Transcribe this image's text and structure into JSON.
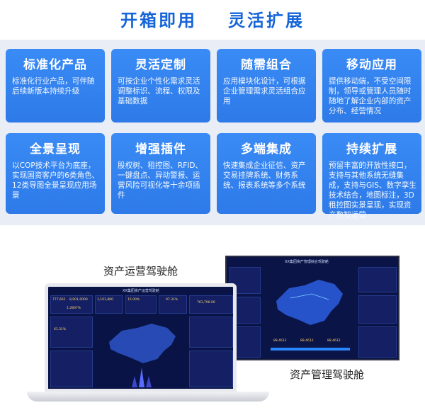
{
  "header": {
    "left": "开箱即用",
    "right": "灵活扩展"
  },
  "cards": [
    {
      "title": "标准化产品",
      "body": "标准化行业产品，可伴随后续新版本持续升级"
    },
    {
      "title": "灵活定制",
      "body": "可按企业个性化需求灵活调整标识、流程、权限及基础数据"
    },
    {
      "title": "随需组合",
      "body": "应用模块化设计，可根据企业管理需求灵活组合应用"
    },
    {
      "title": "移动应用",
      "body": "提供移动端，不受空间限制，领导或管理人员随时随地了解企业内部的资产分布、经营情况"
    },
    {
      "title": "全景呈现",
      "body": "以COP技术平台为底座，实现国资客户的6类角色、12类导图全景呈现应用场景"
    },
    {
      "title": "增强插件",
      "body": "股权树、租控图、RFID、一键盘点、异动警报、运营风险可视化等十余项插件"
    },
    {
      "title": "多端集成",
      "body": "快速集成企业征信、资产交易挂牌系统、财务系统、报表系统等多个系统"
    },
    {
      "title": "持续扩展",
      "body": "预留丰富的开放性接口，支持与其他系统无缝集成，支持与GIS、数字孪生技术结合，地图标注，3D租控图实景呈现，实现资产数智运营"
    }
  ],
  "labels": {
    "ops_cockpit": "资产运营驾驶舱",
    "mgmt_cockpit": "资产管理驾驶舱"
  },
  "laptop_dashboard": {
    "title": "XX集团资产运营驾驶舱",
    "numbers": [
      "777,661",
      "8,901,0000",
      "1,101,880",
      "15.00%",
      "97.31%",
      "1.2807%",
      "761,796.00",
      "61.31%"
    ]
  },
  "monitor_dashboard": {
    "title": "XX集团资产管理综合驾驶舱",
    "numbers": [
      "88.4612",
      "88.4612",
      "88.4612"
    ]
  },
  "colors": {
    "brand_blue": "#1565d8",
    "card_blue": "#3a8bf6",
    "dashboard_bg": "#0a1345"
  }
}
